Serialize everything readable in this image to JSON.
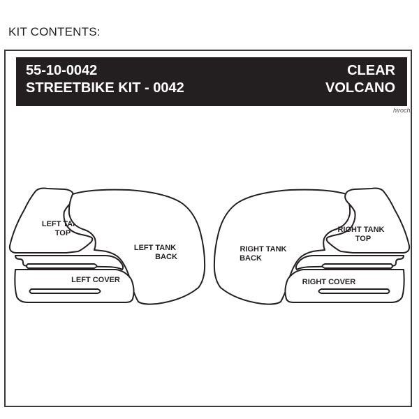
{
  "kit_contents_label": "KIT CONTENTS:",
  "header": {
    "part_number": "55-10-0042",
    "kit_name": "STREETBIKE KIT - 0042",
    "finish": "CLEAR",
    "style": "VOLCANO"
  },
  "watermark": "hirochi",
  "pieces": {
    "left_tank_top": [
      "LEFT TANK",
      "TOP"
    ],
    "left_tank_back": [
      "LEFT TANK",
      "BACK"
    ],
    "left_cover": [
      "LEFT COVER"
    ],
    "right_tank_back": [
      "RIGHT TANK",
      "BACK"
    ],
    "right_tank_top": [
      "RIGHT TANK",
      "TOP"
    ],
    "right_cover": [
      "RIGHT COVER"
    ]
  }
}
